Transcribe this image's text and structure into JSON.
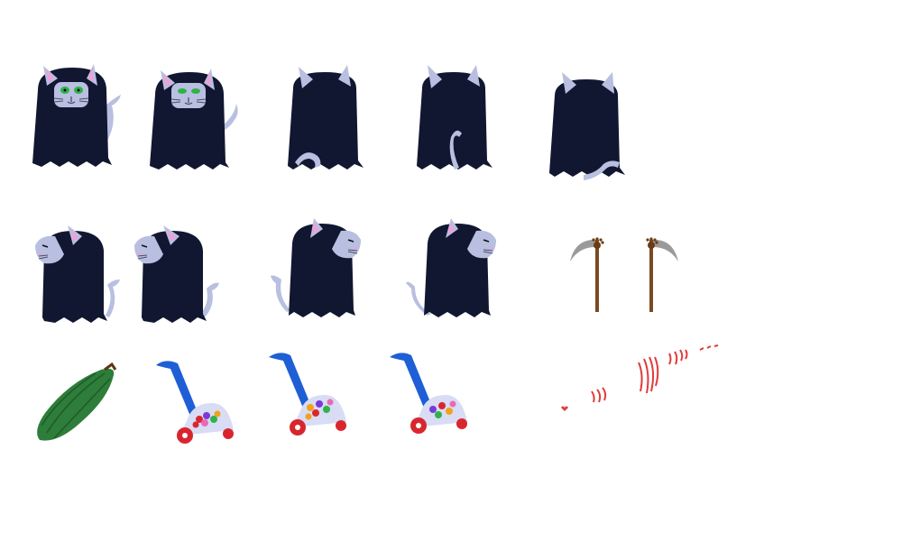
{
  "sheet": {
    "background": "#ffffff"
  },
  "palette": {
    "cloak": "#111730",
    "cat_fur": "#b8bfe0",
    "ear_inner": "#f0a0d8",
    "eye_green": "#2fb24a",
    "whisker": "#4a4e66",
    "scythe_blade": "#9a9a9a",
    "scythe_handle": "#7a4a22",
    "paw_print": "#6a3c14",
    "cucumber": "#2e7d3a",
    "cucumber_stripe": "#1f5a28",
    "mower_handle": "#1e5fd6",
    "mower_body": "#d8dcf4",
    "mower_wheel": "#d9262e",
    "claw_marks": "#e23a3a"
  },
  "sprites": {
    "reaper_cat_front": {
      "icon": "reaper-cat-front",
      "frames": 2
    },
    "reaper_cat_back": {
      "icon": "reaper-cat-back",
      "frames": 3
    },
    "reaper_cat_left": {
      "icon": "reaper-cat-facing-left",
      "frames": 2
    },
    "reaper_cat_right": {
      "icon": "reaper-cat-facing-right",
      "frames": 2
    },
    "scythe": {
      "icon": "paw-scythe",
      "frames": 2
    },
    "cucumber": {
      "icon": "cucumber",
      "frames": 1
    },
    "popper_mower": {
      "icon": "toy-corn-popper-mower",
      "frames": 3
    },
    "claw_slash": {
      "icon": "claw-slash-effect",
      "frames": 1
    }
  }
}
